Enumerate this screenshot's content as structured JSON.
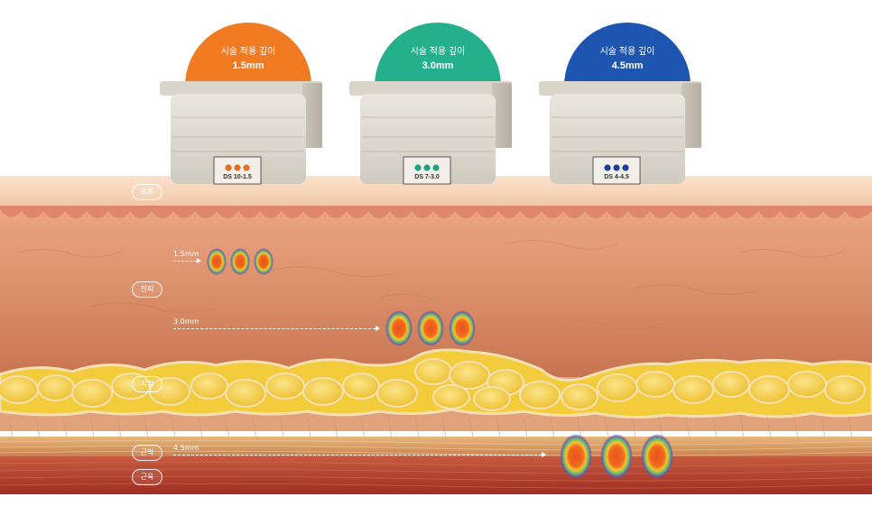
{
  "cartridges": [
    {
      "title": "시술 적용 깊이",
      "depth": "1.5mm",
      "code": "DS 10-1.5",
      "color": "#F07B23"
    },
    {
      "title": "시술 적용 깊이",
      "depth": "3.0mm",
      "code": "DS 7-3.0",
      "color": "#24B08C"
    },
    {
      "title": "시술 적용 깊이",
      "depth": "4.5mm",
      "code": "DS 4-4.5",
      "color": "#1E55B0"
    }
  ],
  "layers": [
    {
      "label": "표피"
    },
    {
      "label": "진피"
    },
    {
      "label": "지방"
    },
    {
      "label": "근막"
    },
    {
      "label": "근육"
    }
  ],
  "focal_points": [
    {
      "depth": "1.5mm"
    },
    {
      "depth": "3.0mm"
    },
    {
      "depth": "4.5mm"
    }
  ],
  "colors": {
    "epidermis": "#F6D3B4",
    "dermis_top": "#EBA07F",
    "dermis_bottom": "#C9744E",
    "fat": "#F3CC3B",
    "fascia": "#D9A36A",
    "muscle": "#B9442F",
    "device_body": "#DCD8CD"
  }
}
